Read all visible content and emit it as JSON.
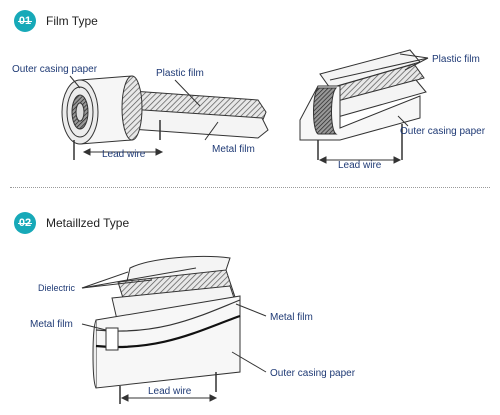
{
  "section1": {
    "badge": "01",
    "title": "Film Type",
    "left_labels": {
      "outer_casing_paper": "Outer casing paper",
      "plastic_film": "Plastic film",
      "lead_wire": "Lead wire",
      "metal_film": "Metal film"
    },
    "right_labels": {
      "plastic_film": "Plastic film",
      "outer_casing_paper": "Outer casing paper",
      "lead_wire": "Lead wire"
    }
  },
  "section2": {
    "badge": "02",
    "title": "Metaillzed Type",
    "labels": {
      "dielectric": "Dielectric",
      "metal_film_left": "Metal film",
      "metal_film_right": "Metal film",
      "outer_casing_paper": "Outer casing paper",
      "lead_wire": "Lead wire"
    }
  },
  "colors": {
    "badge": "#17a9b8",
    "label_text": "#1f3a75",
    "line_art": "#333333"
  }
}
